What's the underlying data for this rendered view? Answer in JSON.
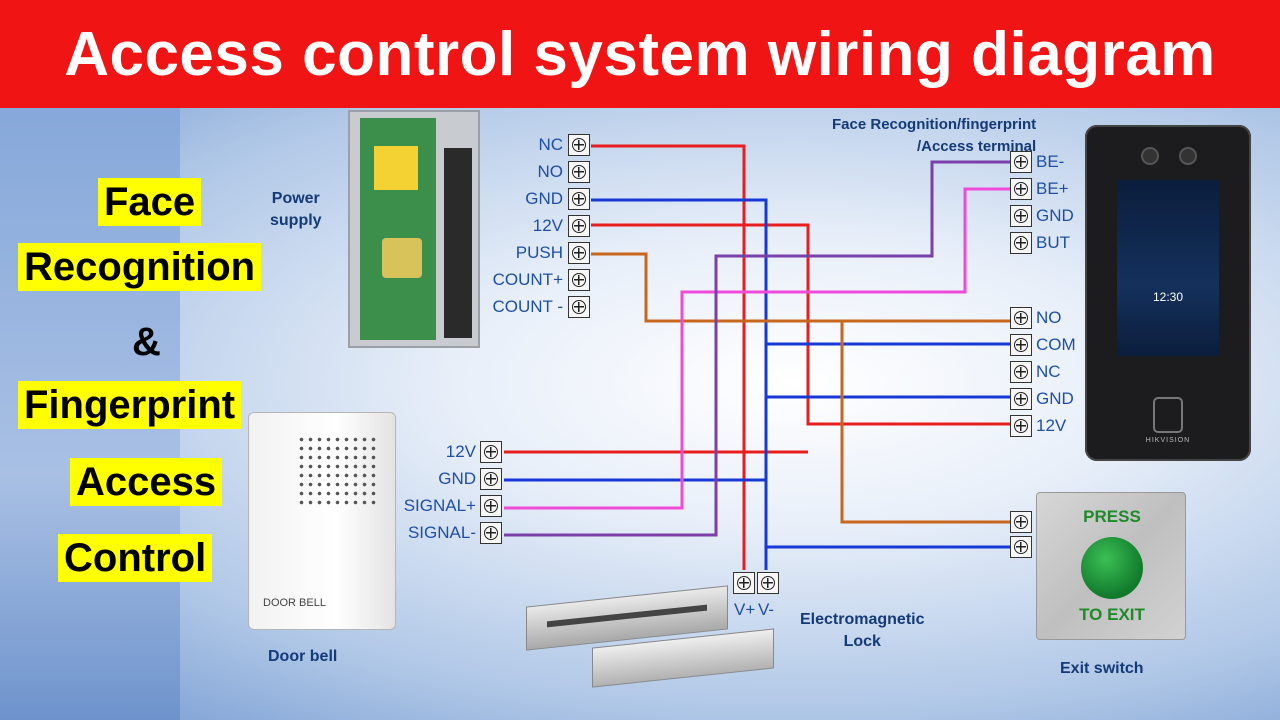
{
  "title": "Access control system wiring diagram",
  "side_labels": [
    "Face",
    "Recognition",
    "&",
    "Fingerprint",
    "Access",
    "Control"
  ],
  "devices": {
    "power_supply": "Power\nsupply",
    "terminal": "Face Recognition/fingerprint\n/Access terminal",
    "door_bell": "Door bell",
    "lock": "Electromagnetic\nLock",
    "exit_switch": "Exit switch",
    "door_bell_text": "DOOR BELL",
    "terminal_time": "12:30",
    "terminal_brand": "HIKVISION",
    "exit_top": "PRESS",
    "exit_bottom": "TO EXIT"
  },
  "terminals": {
    "power_supply": [
      "NC",
      "NO",
      "GND",
      "12V",
      "PUSH",
      "COUNT+",
      "COUNT -"
    ],
    "access_upper": [
      "BE-",
      "BE+",
      "GND",
      "BUT"
    ],
    "access_lower": [
      "NO",
      "COM",
      "NC",
      "GND",
      "12V"
    ],
    "door_bell": [
      "12V",
      "GND",
      "SIGNAL+",
      "SIGNAL-"
    ],
    "lock": [
      "V+",
      "V-"
    ]
  },
  "wire_colors": {
    "red": "#e81e1e",
    "blue": "#1838d6",
    "pink": "#f04ad8",
    "purple": "#7a3fa8",
    "orange": "#c8661e"
  }
}
